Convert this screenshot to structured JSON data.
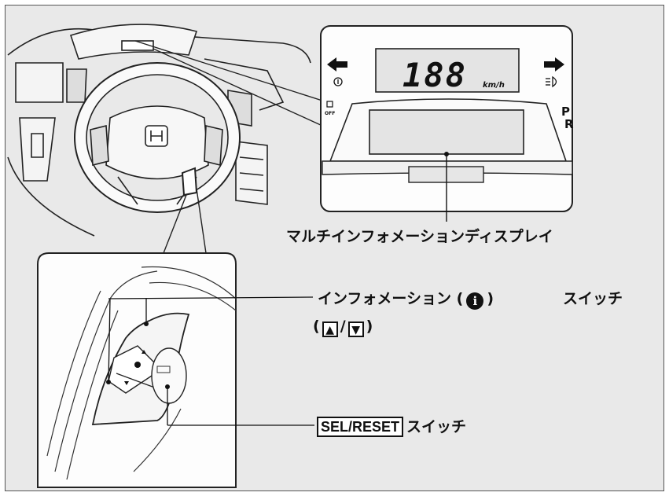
{
  "speed_readout": "188",
  "speed_unit": "km/h",
  "display_label": "マルチインフォメーションディスプレイ",
  "info_switch": {
    "label_prefix": "インフォメーション (",
    "info_symbol": "i",
    "label_suffix": ")",
    "label_switch": "スイッチ",
    "updown_open": "(",
    "up_symbol": "▲",
    "slash": "/",
    "down_symbol": "▼",
    "updown_close": ")"
  },
  "sel_switch": {
    "key_label": "SEL/RESET",
    "label": "スイッチ"
  },
  "colors": {
    "background": "#e9e9e9",
    "line": "#111111",
    "panel": "#ffffff"
  }
}
